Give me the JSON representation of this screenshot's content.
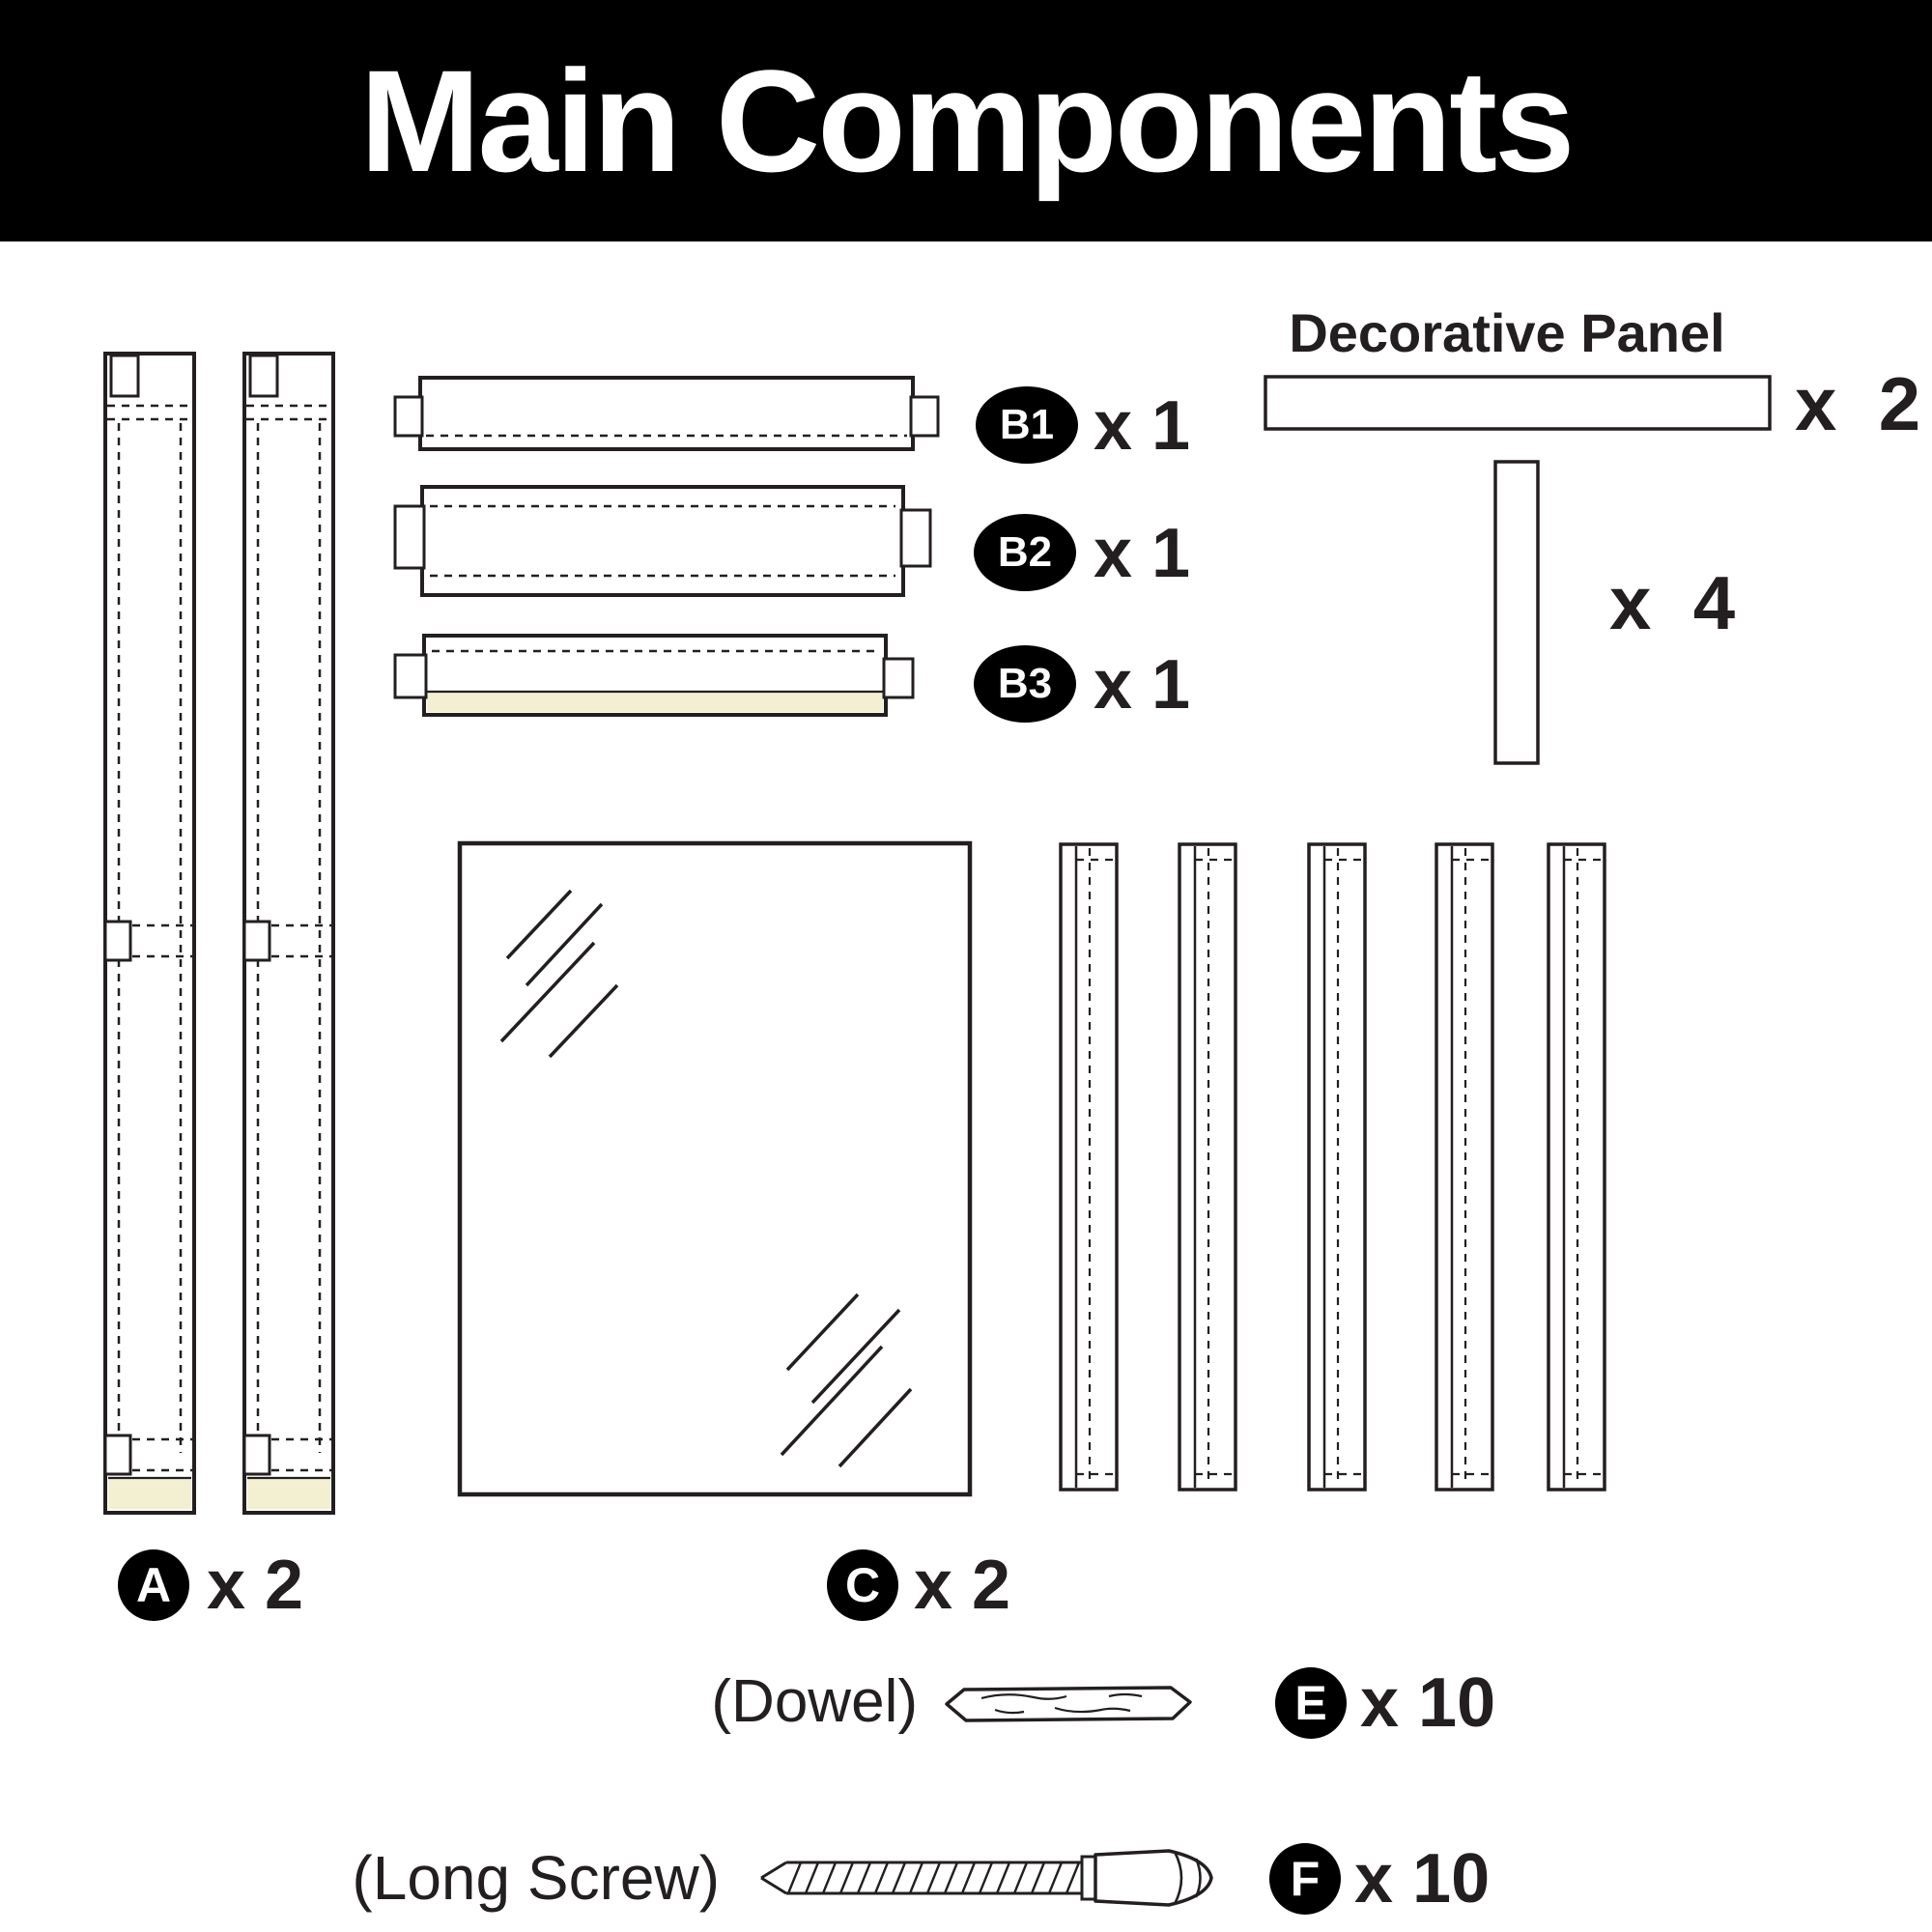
{
  "header": {
    "title": "Main Components"
  },
  "colors": {
    "black": "#000000",
    "white": "#ffffff",
    "ink": "#231f20",
    "cream": "#f2f0d0"
  },
  "components": {
    "panel_a": {
      "badge": "A",
      "qty": "x 2"
    },
    "bar_b1": {
      "badge": "B1",
      "qty": "x 1"
    },
    "bar_b2": {
      "badge": "B2",
      "qty": "x 1"
    },
    "bar_b3": {
      "badge": "B3",
      "qty": "x 1"
    },
    "panel_c": {
      "badge": "C",
      "qty": "x 2"
    },
    "decorative_panel": {
      "title": "Decorative Panel",
      "horizontal_qty": "x  2",
      "vertical_qty": "x  4"
    },
    "dowel": {
      "label": "(Dowel)",
      "badge": "E",
      "qty": "x 10"
    },
    "long_screw": {
      "label": "(Long Screw)",
      "badge": "F",
      "qty": "x 10"
    }
  }
}
